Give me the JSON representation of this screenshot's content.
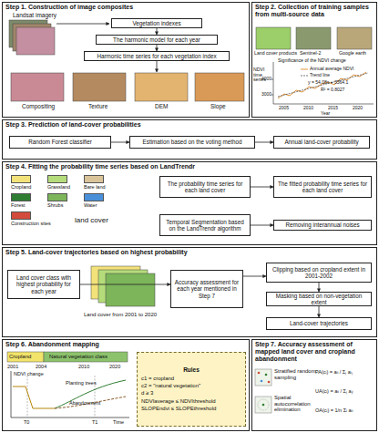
{
  "diagram": {
    "nodes": [
      {
        "text": [
          "Step 1. Construction of image composites"
        ]
      },
      {
        "text": [
          "Vegetation indexes"
        ],
        "in": 0
      },
      {
        "text": [
          "The harmonic model for each year"
        ],
        "in": 0
      },
      {
        "text": [
          "Harmonic time series for each vegetation index"
        ],
        "in": 0
      },
      {
        "text": [
          "Step 2. Collection of training samples from multi-source data"
        ]
      },
      {
        "text": [
          "Step 3. Prediction of land-cover probabilities"
        ]
      },
      {
        "text": [
          "Random Forest classifier"
        ],
        "in": 5
      },
      {
        "text": [
          "Estimation based on the voting method"
        ],
        "in": 5
      },
      {
        "text": [
          "Annual land-cover probability"
        ],
        "in": 5
      },
      {
        "text": [
          "Step 4. Fitting the probability time series based on LandTrendr"
        ]
      },
      {
        "text": [
          "The probability time series for each land cover"
        ],
        "in": 9
      },
      {
        "text": [
          "The fitted probability time series for each land cover"
        ],
        "in": 9
      },
      {
        "text": [
          "Temporal Segmentation based on the LandTrendr algorithm"
        ],
        "in": 9
      },
      {
        "text": [
          "Removing interannual noises"
        ],
        "in": 9
      },
      {
        "text": [
          "Step 5. Land-cover trajectories based on highest probability"
        ]
      },
      {
        "text": [
          "Land cover class with highest probability for each year"
        ],
        "in": 14
      },
      {
        "text": [
          "Accuracy assessment for each year mentioned in Step 7"
        ],
        "in": 14
      },
      {
        "text": [
          "Clipping based on cropland extent in 2001-2002"
        ],
        "in": 14
      },
      {
        "text": [
          "Masking based on non-vegetation extent"
        ],
        "in": 14
      },
      {
        "text": [
          "Land-cover trajectories"
        ],
        "in": 14
      },
      {
        "text": [
          "Step 6. Abandonment mapping"
        ]
      },
      {
        "text": [
          "Rules",
          "c1 = cropland",
          "c2 = \"natural vegetation\"",
          "d ≥ 3",
          "NDVIaverage ≤ NDVIthreshold",
          "SLOPEndvi ≤ SLOPEthreshold"
        ],
        "in": 20
      },
      {
        "text": [
          "Step 7. Accuracy assessment of mapped land cover and cropland abandonment"
        ]
      }
    ],
    "edges": [
      {
        "from": 1,
        "to": 2,
        "arrow": "to"
      },
      {
        "from": 2,
        "to": 3,
        "arrow": "to"
      },
      {
        "from": 6,
        "to": 7,
        "arrow": "to"
      },
      {
        "from": 7,
        "to": 8,
        "arrow": "to"
      },
      {
        "from": 10,
        "to": 11,
        "arrow": "to"
      },
      {
        "from": 12,
        "to": 13,
        "arrow": "to"
      },
      {
        "from": 15,
        "to": 16,
        "arrow": "to"
      },
      {
        "from": 16,
        "to": 17,
        "arrow": "to"
      },
      {
        "from": 17,
        "to": 18,
        "arrow": "to"
      },
      {
        "from": 18,
        "to": 19,
        "arrow": "to"
      }
    ],
    "labels": [
      "Landsat imagery",
      "Compositing",
      "Texture",
      "DEM",
      "Slope",
      "Land cover products",
      "Sentinel-2",
      "Google earth",
      "NDVI time series",
      "Significance of the NDVI change",
      "Annual average NDVI",
      "Trend line",
      "y = 54.08x + 3364.1",
      "R² = 0.8027",
      "4000",
      "3000",
      "2005",
      "2010",
      "2015",
      "2020",
      "Year",
      "land cover",
      "Land cover from 2001 to 2020",
      "Cropland",
      "Natural vegetation class",
      "2001",
      "2004",
      "2010",
      "2020",
      "NDVI change",
      "Planting trees",
      "Abandonment",
      "T0",
      "T1",
      "Time",
      "Stratified random sampling",
      "Spatial autocorrelation elimination",
      "PA(cᵢ) = aᵢᵢ / Σⱼ aᵢⱼ",
      "UA(cᵢ) = aᵢᵢ / Σⱼ aⱼᵢ",
      "OA(cᵢ) = 1/n Σᵢ aᵢᵢ"
    ],
    "legend": [
      {
        "text": "Cropland",
        "color": "#f3e27a"
      },
      {
        "text": "Grassland",
        "color": "#b5dc7a"
      },
      {
        "text": "Bare land",
        "color": "#d9c49a"
      },
      {
        "text": "Forest",
        "color": "#2f7d32"
      },
      {
        "text": "Shrubs",
        "color": "#7cb55a"
      },
      {
        "text": "Water",
        "color": "#4a90d9"
      },
      {
        "text": "Construction sites",
        "color": "#d24b3c"
      }
    ]
  }
}
